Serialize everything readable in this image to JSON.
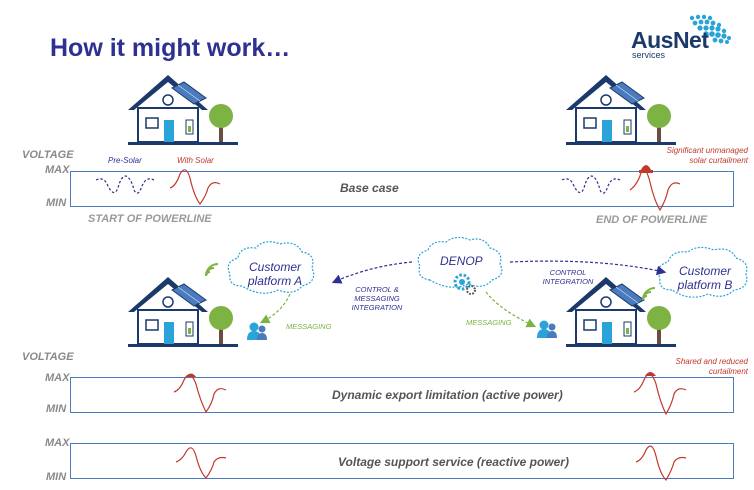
{
  "title": "How it might work…",
  "logo": {
    "name": "AusNet",
    "sub": "services"
  },
  "base_case": {
    "voltage": "VOLTAGE",
    "max": "MAX",
    "min": "MIN",
    "label": "Base case",
    "pre_solar": "Pre-Solar",
    "with_solar": "With Solar",
    "curtailment": "Significant unmanaged solar curtailment",
    "start": "START OF POWERLINE",
    "end": "END OF POWERLINE"
  },
  "scheme": {
    "denop": "DENOP",
    "platform_a": "Customer platform A",
    "platform_b": "Customer platform B",
    "control_messaging": "CONTROL & MESSAGING INTEGRATION",
    "control_integration": "CONTROL INTEGRATION",
    "messaging_left": "MESSAGING",
    "messaging_right": "MESSAGING"
  },
  "dynamic": {
    "voltage": "VOLTAGE",
    "max": "MAX",
    "min": "MIN",
    "label": "Dynamic export limitation (active power)",
    "curtailment": "Shared and reduced curtailment"
  },
  "voltage_support": {
    "max": "MAX",
    "min": "MIN",
    "label": "Voltage support service (reactive power)"
  },
  "colors": {
    "title": "#2e3192",
    "band": "#4a7bbf",
    "wave_red": "#c0392b",
    "wave_blue": "#2e3192",
    "messaging": "#7cb342"
  }
}
